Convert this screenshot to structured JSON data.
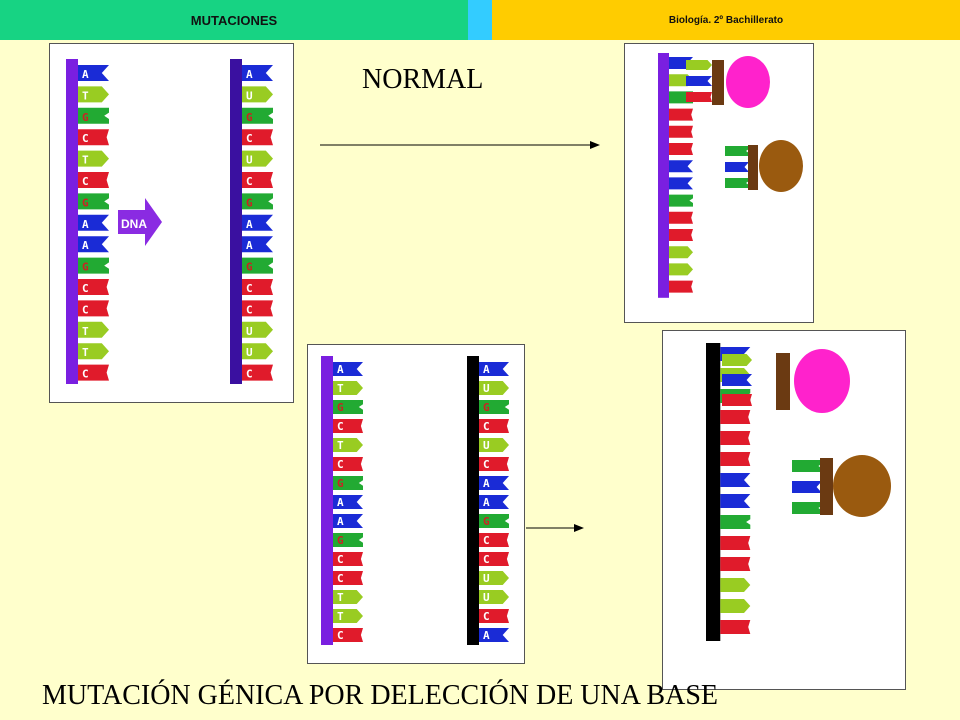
{
  "header": {
    "topic": "MUTACIONES",
    "course": "Biología. 2º Bachillerato"
  },
  "labels": {
    "normal": "NORMAL",
    "caption": "MUTACIÓN GÉNICA POR DELECCIÓN DE UNA BASE",
    "dna_arrow": "DNA"
  },
  "normal_dna": {
    "template_strand": [
      "A",
      "T",
      "G",
      "C",
      "T",
      "C",
      "G",
      "A",
      "A",
      "G",
      "C",
      "C",
      "T",
      "T",
      "C"
    ],
    "mrna_strand": [
      "A",
      "U",
      "G",
      "C",
      "U",
      "C",
      "G",
      "A",
      "A",
      "G",
      "C",
      "C",
      "U",
      "U",
      "C"
    ]
  },
  "mutant_dna": {
    "template_strand": [
      "A",
      "T",
      "G",
      "C",
      "T",
      "C",
      "G",
      "A",
      "A",
      "G",
      "C",
      "C",
      "T",
      "T",
      "C"
    ],
    "mrna_strand": [
      "A",
      "U",
      "G",
      "C",
      "U",
      "C",
      "A",
      "A",
      "G",
      "C",
      "C",
      "U",
      "U",
      "C",
      "A"
    ]
  },
  "colors": {
    "A": "#1a2bd6",
    "T": "#99cc22",
    "U": "#99cc22",
    "G": "#22aa33",
    "C": "#e01b2b",
    "letter_A": "#ffffff",
    "letter_T": "#ffffff",
    "letter_U": "#ffffff",
    "letter_G": "#cc2222",
    "letter_C": "#ffffff",
    "backbone_left": "#7a1fe0",
    "backbone_right": "#3a10a0",
    "backbone_mutant_right": "#000000",
    "ribosome_large": "#ff22cc",
    "ribosome_small": "#9a5a0f",
    "anchor": "#6b3a12"
  }
}
